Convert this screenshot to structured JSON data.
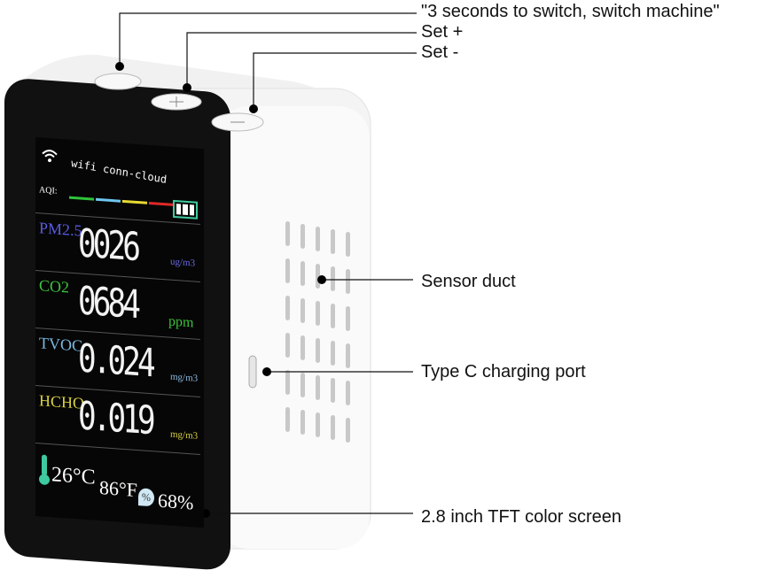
{
  "callouts": {
    "power": "\"3 seconds to switch, switch machine\"",
    "set_plus": "Set +",
    "set_minus": "Set -",
    "sensor_duct": "Sensor duct",
    "type_c": "Type C charging port",
    "screen": "2.8 inch TFT color screen"
  },
  "display": {
    "wifi_status": "wifi conn-cloud",
    "aqi_label": "AQI:",
    "aqi_colors": [
      "#2ec43a",
      "#6fc6f0",
      "#e6d932",
      "#e02828"
    ],
    "battery_color": "#3ec9a0",
    "rows": [
      {
        "name": "PM2.5",
        "value": "0026",
        "unit": "ug/m3",
        "name_color": "#5a5ae0",
        "unit_color": "#6a6ae8"
      },
      {
        "name": "CO2",
        "value": "0684",
        "unit": "ppm",
        "name_color": "#3cc23c",
        "unit_color": "#3cc23c"
      },
      {
        "name": "TVOC",
        "value": "0.024",
        "unit": "mg/m3",
        "name_color": "#7ab8e0",
        "unit_color": "#8ab8e0"
      },
      {
        "name": "HCHO",
        "value": "0.019",
        "unit": "mg/m3",
        "name_color": "#d8d040",
        "unit_color": "#d8d040"
      }
    ],
    "temp_c": "26°C",
    "temp_f": "86°F",
    "humidity": "68%",
    "humidity_icon_text": "%"
  }
}
